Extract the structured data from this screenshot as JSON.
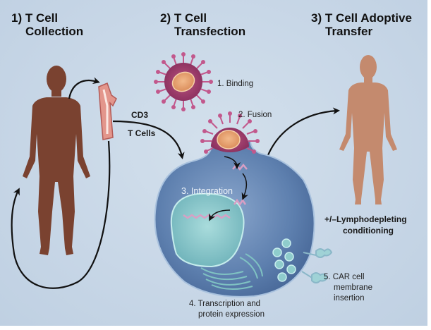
{
  "figure": {
    "steps": [
      {
        "number": "1)",
        "line1": "1) T Cell",
        "line2": "Collection"
      },
      {
        "number": "2)",
        "line1": "2) T Cell",
        "line2": "Transfection"
      },
      {
        "number": "3)",
        "line1": "3) T Cell Adoptive",
        "line2": "Transfer"
      }
    ],
    "collection": {
      "cd3_label": "CD3",
      "tcells_label": "T Cells"
    },
    "transfection_stages": {
      "binding": "1. Binding",
      "fusion": "2. Fusion",
      "integration": "3. Integration",
      "transcription_line1": "4. Transcription and",
      "transcription_line2": "protein expression",
      "car_line1": "5. CAR cell",
      "car_line2": "membrane",
      "car_line3": "insertion"
    },
    "transfer": {
      "conditioning_line1": "+/–Lymphodepleting",
      "conditioning_line2": "conditioning"
    },
    "colors": {
      "background": "#c8d7e7",
      "patient_body": "#7a4230",
      "recipient_body": "#c48a6e",
      "virus": "#9c3a6e",
      "virus_core": "#e8a070",
      "cell": "#5b7aa8",
      "nucleus": "#8fc6c9",
      "arrow": "#111111"
    }
  }
}
